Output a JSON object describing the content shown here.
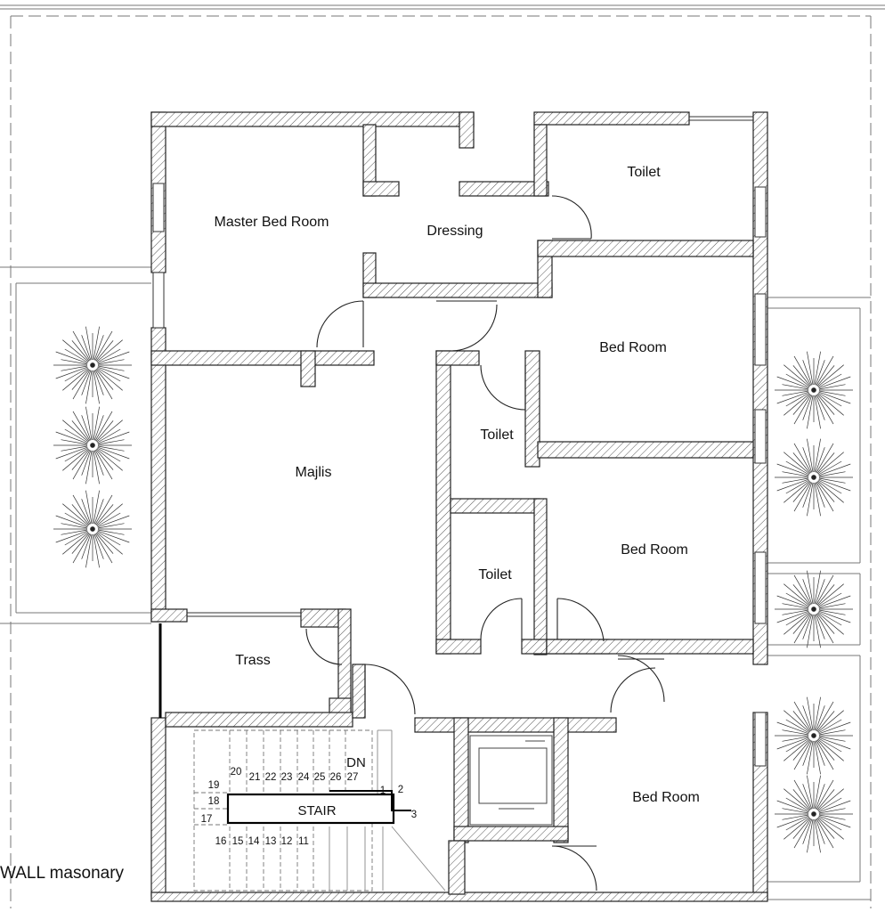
{
  "rooms": {
    "master_bed_room": "Master Bed Room",
    "dressing": "Dressing",
    "toilet_master": "Toilet",
    "bed_room_1": "Bed Room",
    "toilet_middle": "Toilet",
    "majlis": "Majlis",
    "toilet_lower": "Toilet",
    "bed_room_2": "Bed Room",
    "trass": "Trass",
    "bed_room_3": "Bed Room"
  },
  "stair": {
    "label": "STAIR",
    "direction": "DN",
    "steps": [
      "1",
      "2",
      "3",
      "11",
      "12",
      "13",
      "14",
      "15",
      "16",
      "17",
      "18",
      "19",
      "20",
      "21",
      "22",
      "23",
      "24",
      "25",
      "26",
      "27"
    ]
  },
  "notes": {
    "wall_note": "WALL masonary"
  }
}
